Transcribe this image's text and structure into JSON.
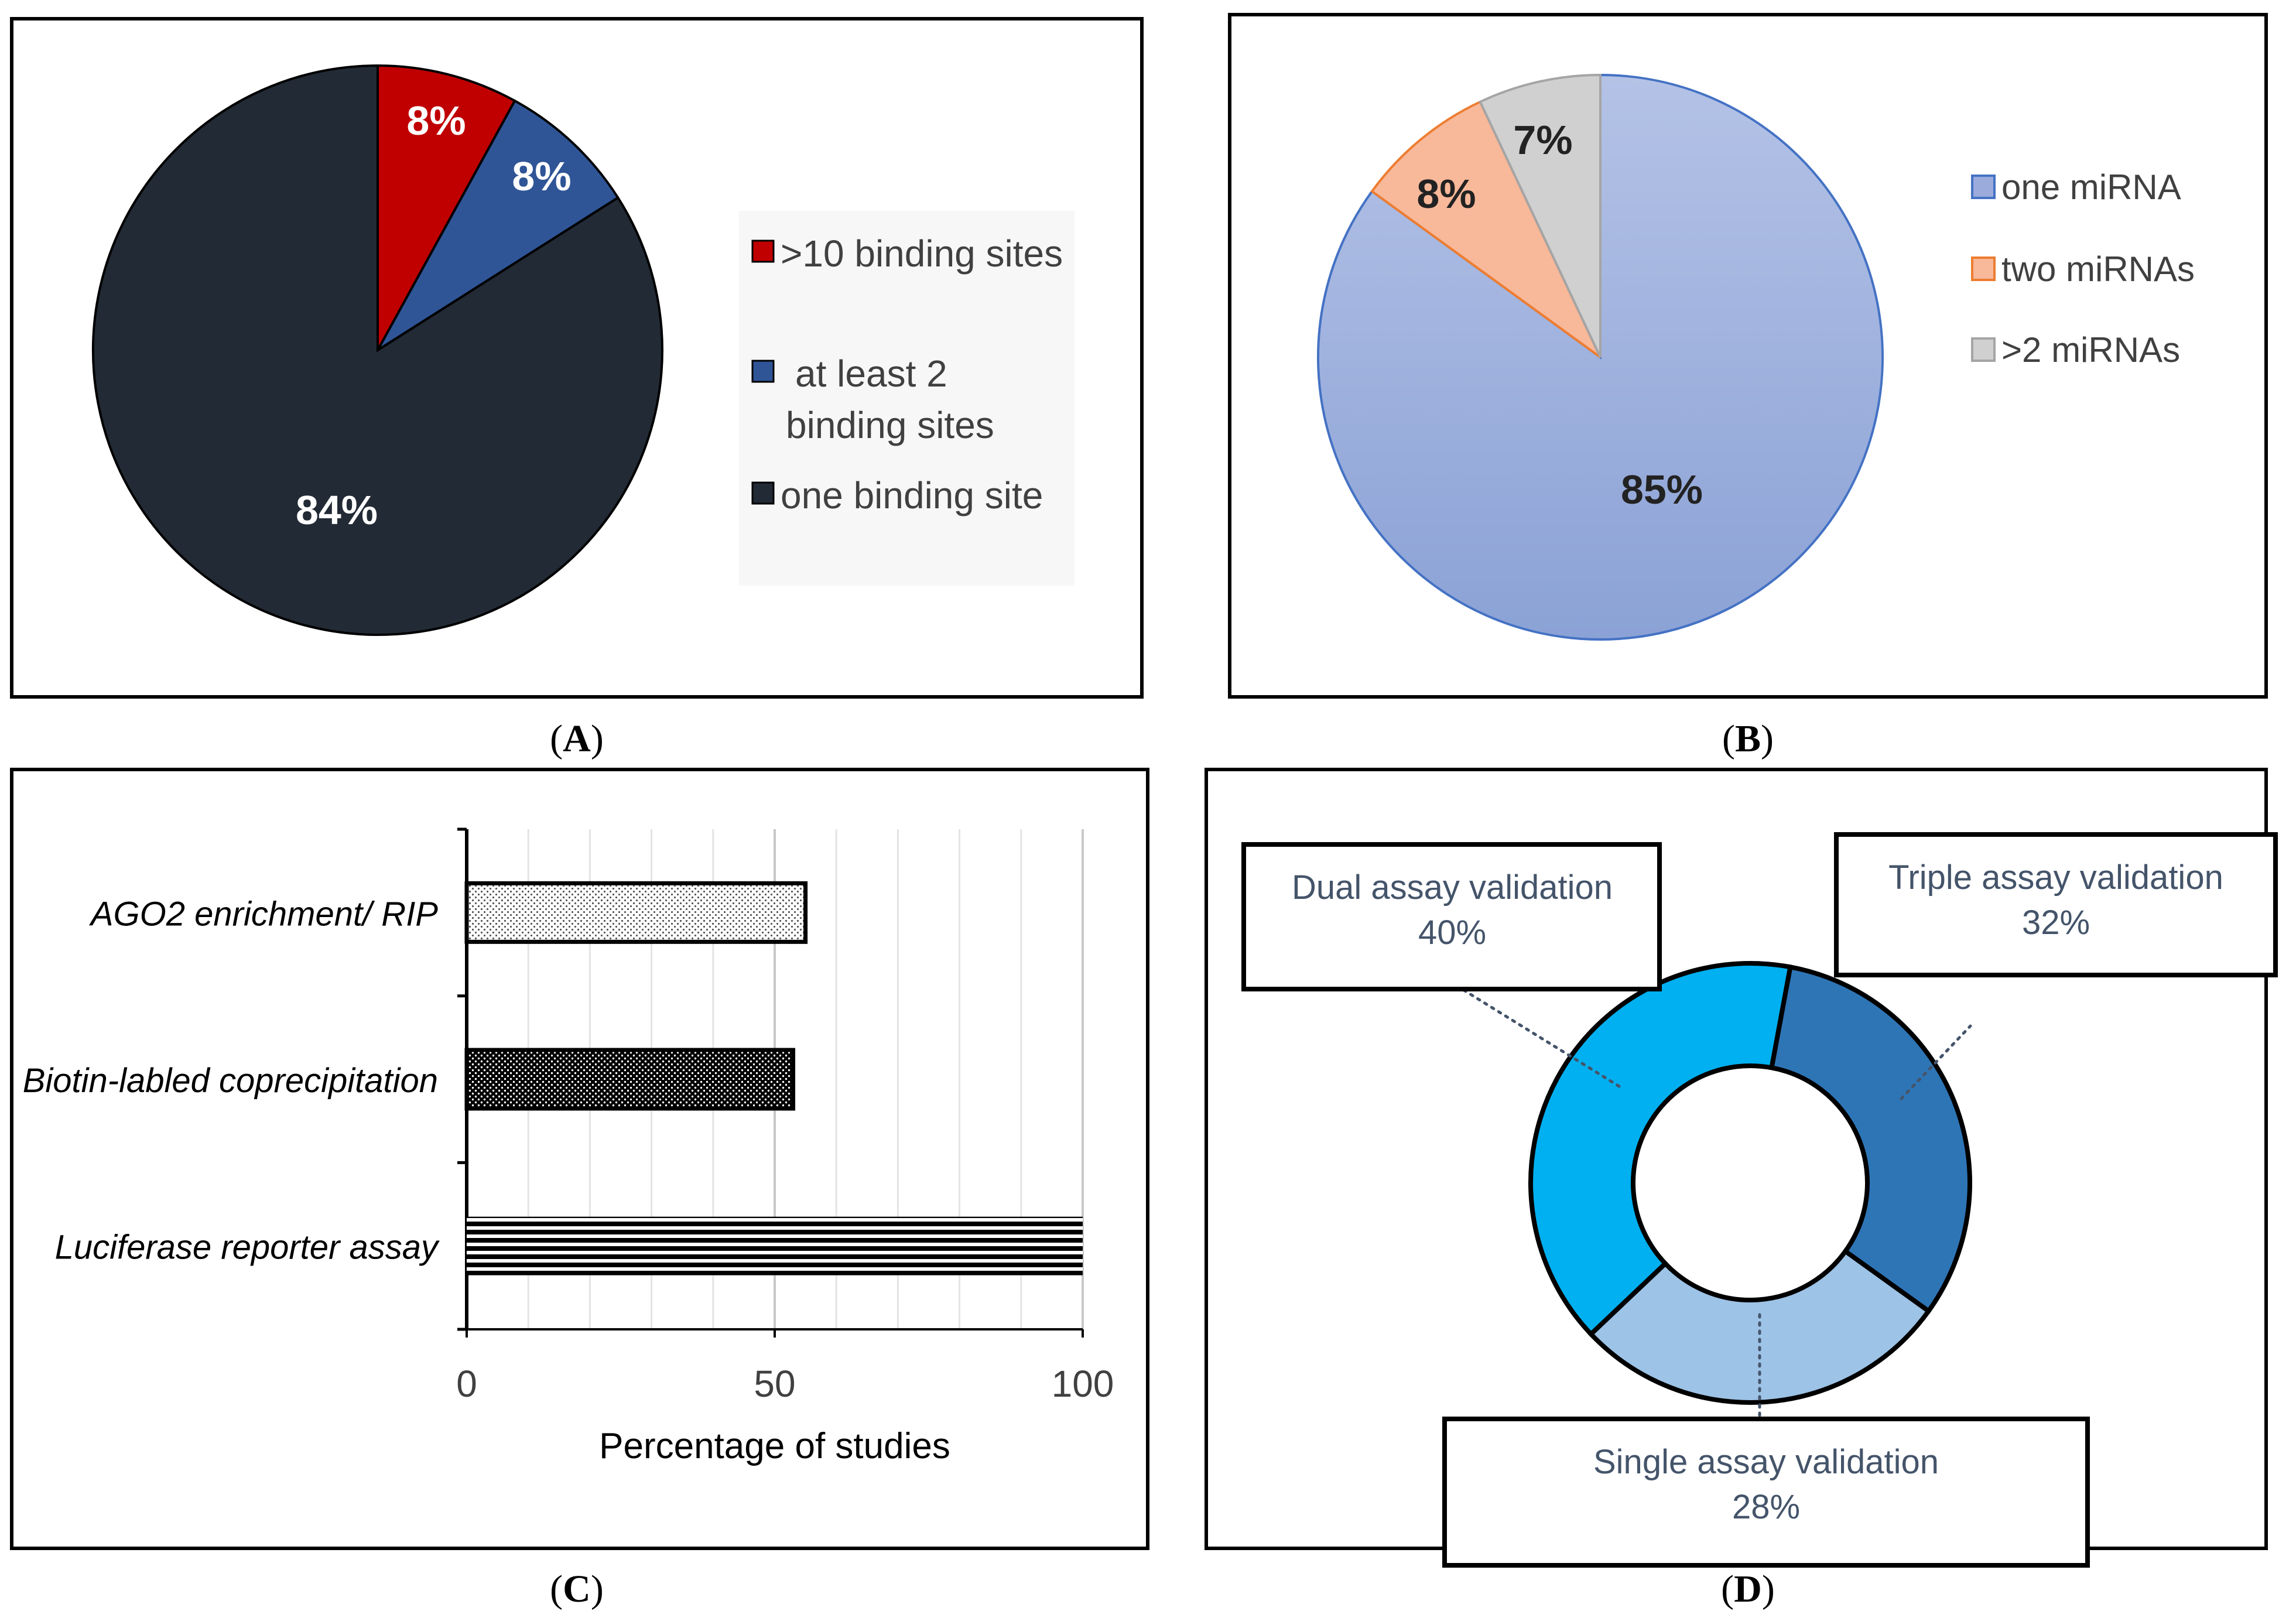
{
  "colors": {
    "panelA": {
      "more_than_10": "#c00000",
      "at_least_2": "#2f5597",
      "one": "#222a35"
    },
    "panelB": {
      "one": "#9aabdc",
      "two": "#f8b89a",
      "more_than_2": "#d0d0d0"
    },
    "panelD": {
      "dual": "#00b0f0",
      "triple": "#2e75b6",
      "single": "#9dc3e6"
    }
  },
  "panels": {
    "A": {
      "caption_letter": "A"
    },
    "B": {
      "caption_letter": "B"
    },
    "C": {
      "caption_letter": "C"
    },
    "D": {
      "caption_letter": "D"
    }
  },
  "chart_data": [
    {
      "panel": "A",
      "type": "pie",
      "labels": [
        ">10 binding sites",
        "at least 2 binding sites",
        "one binding site"
      ],
      "legend_lines": [
        [
          ">10 binding sites"
        ],
        [
          "at least 2",
          "binding sites"
        ],
        [
          "one binding site"
        ]
      ],
      "values": [
        8,
        8,
        84
      ],
      "data_labels": [
        "8%",
        "8%",
        "84%"
      ],
      "legend": "right"
    },
    {
      "panel": "B",
      "type": "pie",
      "labels": [
        "one miRNA",
        "two miRNAs",
        ">2 miRNAs"
      ],
      "values": [
        85,
        8,
        7
      ],
      "data_labels": [
        "85%",
        "8%",
        "7%"
      ],
      "legend": "right"
    },
    {
      "panel": "C",
      "type": "bar",
      "orientation": "horizontal",
      "categories": [
        "AGO2 enrichment/ RIP",
        "Biotin-labled coprecipitation",
        "Luciferase reporter assay"
      ],
      "values": [
        55,
        53,
        100
      ],
      "xlabel": "Percentage of studies",
      "xlim": [
        0,
        100
      ],
      "xticks": [
        "0",
        "50",
        "100"
      ],
      "grid": true
    },
    {
      "panel": "D",
      "type": "pie",
      "variant": "donut",
      "labels": [
        "Dual assay validation",
        "Triple assay validation",
        "Single assay validation"
      ],
      "values": [
        40,
        32,
        28
      ],
      "data_labels": [
        "40%",
        "32%",
        "28%"
      ]
    }
  ]
}
